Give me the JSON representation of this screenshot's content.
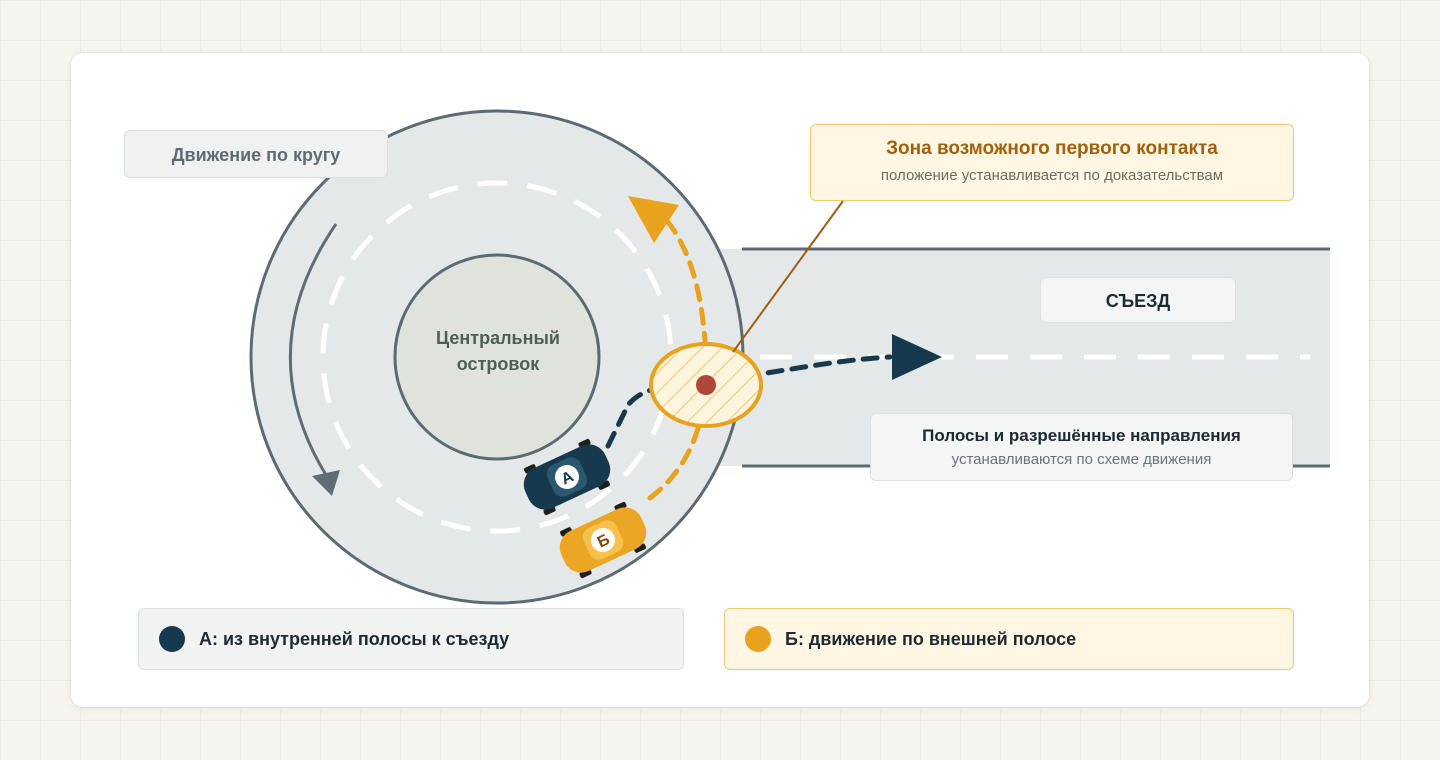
{
  "circle_label": "Движение по кругу",
  "island_label": "Центральный островок",
  "exit_label": "СЪЕЗД",
  "lanes": {
    "title": "Полосы и разрешённые направления",
    "subtitle": "устанавливаются по схеме движения"
  },
  "zone": {
    "title": "Зона возможного первого контакта",
    "subtitle": "положение устанавливается по доказательствам"
  },
  "cars": {
    "a_letter": "А",
    "b_letter": "Б"
  },
  "legend": {
    "a": "А: из внутренней полосы к съезду",
    "b": "Б: движение по внешней полосе"
  },
  "colors": {
    "vehicle_a": "#16394d",
    "vehicle_b": "#e8a21e",
    "zone": "#e8a21e",
    "contact_point": "#b0473b"
  }
}
